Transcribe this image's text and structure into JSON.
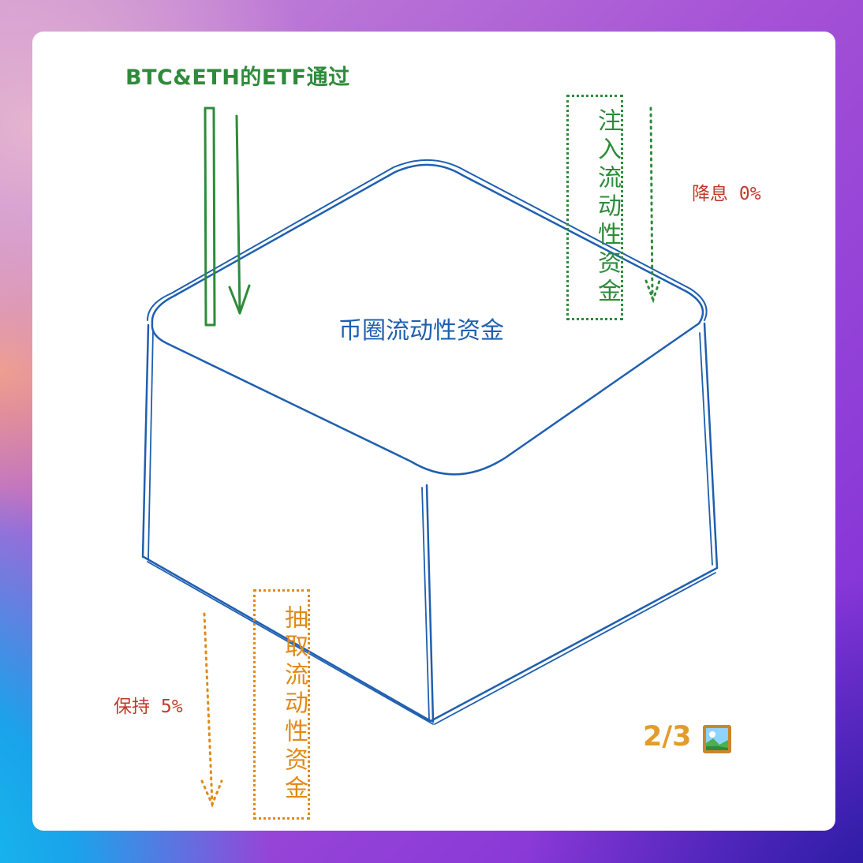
{
  "labels": {
    "etf_title": "BTC&ETH的ETF通过",
    "center_title": "币圈流动性资金",
    "inject_box": "注入流动性资金",
    "rate_cut": "降息 0%",
    "extract_box": "抽取流动性资金",
    "hold": "保持 5%",
    "page_number": "2/3"
  },
  "icons": {
    "page_icon": "framed-picture-icon"
  },
  "colors": {
    "cube_stroke": "#1f5fb0",
    "green": "#2e8b3a",
    "orange": "#e08a17",
    "red": "#c0392b",
    "page_number": "#e39b2b"
  }
}
